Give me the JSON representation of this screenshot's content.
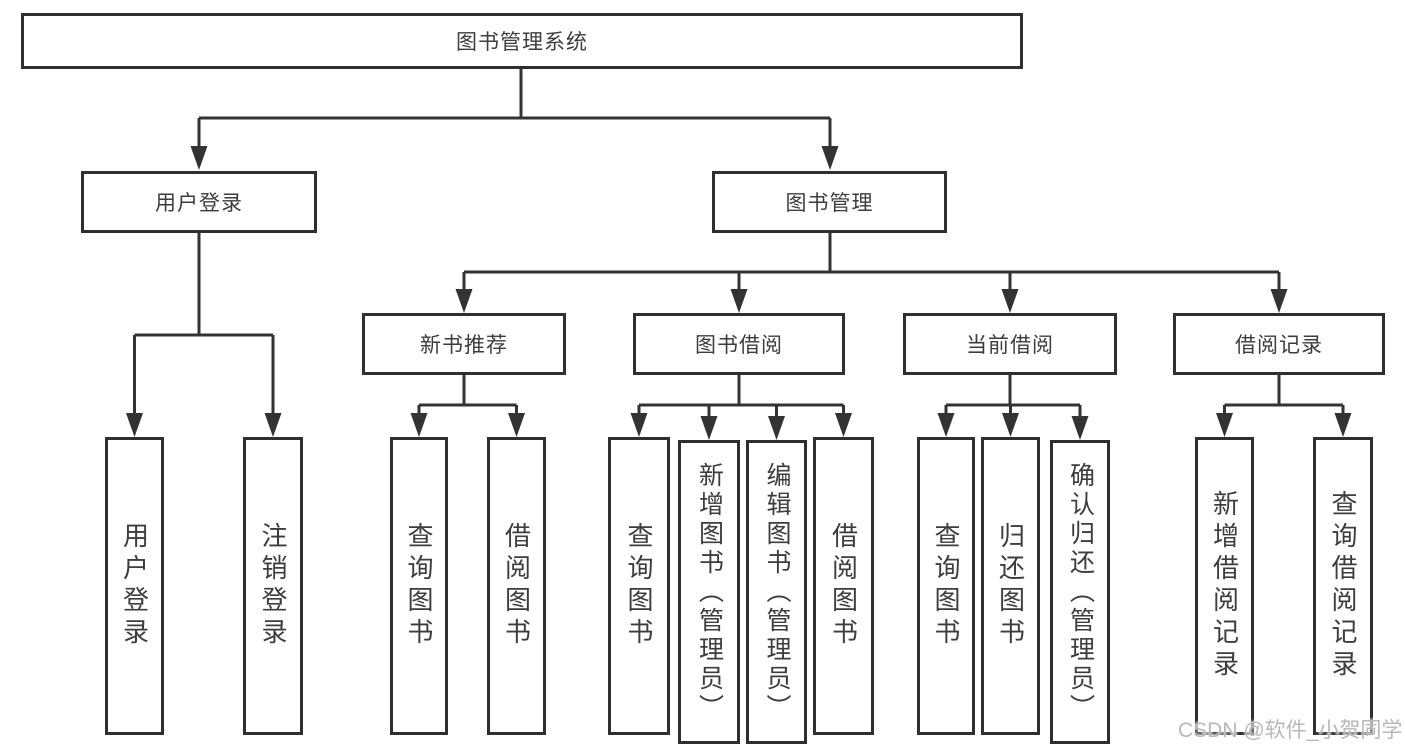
{
  "diagram": {
    "root": "图书管理系统",
    "level2": [
      "用户登录",
      "图书管理"
    ],
    "level3": [
      "新书推荐",
      "图书借阅",
      "当前借阅",
      "借阅记录"
    ],
    "leaves": {
      "user_login": [
        "用户登录",
        "注销登录"
      ],
      "new_books": [
        "查询图书",
        "借阅图书"
      ],
      "book_borrow": [
        "查询图书",
        "新增图书（管理员）",
        "编辑图书（管理员）",
        "借阅图书"
      ],
      "current_borrow": [
        "查询图书",
        "归还图书",
        "确认归还（管理员）"
      ],
      "borrow_records": [
        "新增借阅记录",
        "查询借阅记录"
      ]
    }
  },
  "watermark": "CSDN @软件_小贺同学",
  "colors": {
    "line": "#333333",
    "box_border": "#2f2f2f",
    "text": "#3d3d3d",
    "background": "#ffffff",
    "watermark": "#b8b8b8"
  }
}
